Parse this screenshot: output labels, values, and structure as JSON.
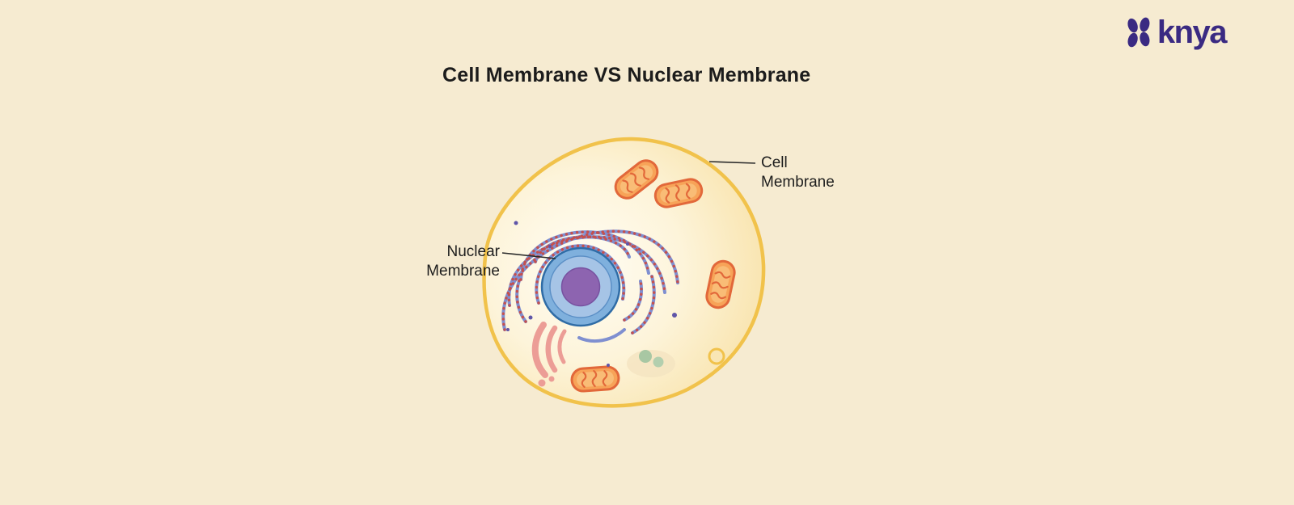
{
  "page": {
    "background": "#f6ebd1"
  },
  "brand": {
    "name": "knya",
    "color": "#3a2a82"
  },
  "infographic": {
    "title": "Cell Membrane VS Nuclear Membrane",
    "callouts": {
      "cell_membrane": {
        "line1": "Cell",
        "line2": "Membrane"
      },
      "nuclear_membrane": {
        "line1": "Nuclear",
        "line2": "Membrane"
      }
    },
    "colors": {
      "membrane_yellow": "#f1c24b",
      "cytoplasm": "#fdf6e2",
      "nuclear_membrane_blue": "#7fb0dd",
      "nucleolus_purple": "#8d64b0",
      "endoplasmic_reticulum": "#7f8fd0",
      "ribosome_red": "#c4504e",
      "mitochondrion_orange": "#f7a358",
      "golgi_pink": "#ec9d96",
      "vesicle_green": "#a8c7a3"
    }
  }
}
